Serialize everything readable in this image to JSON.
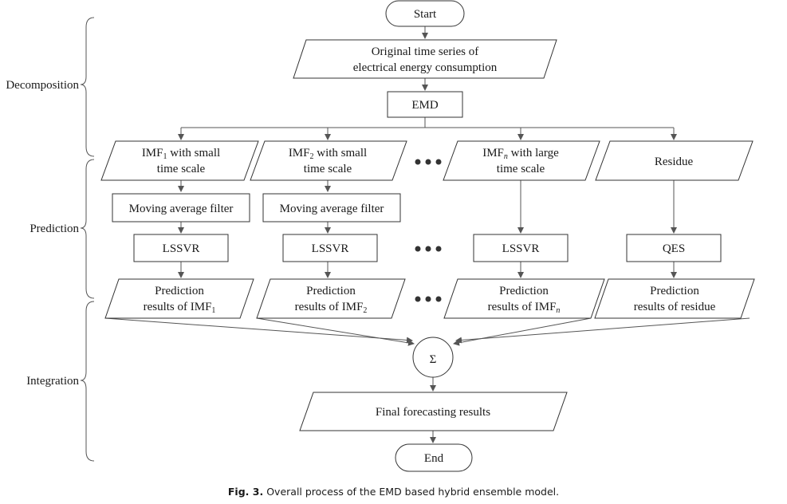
{
  "stages": {
    "decomposition": "Decomposition",
    "prediction": "Prediction",
    "integration": "Integration"
  },
  "nodes": {
    "start": "Start",
    "original_line1": "Original time series of",
    "original_line2": "electrical energy consumption",
    "emd": "EMD",
    "imf1_main": "IMF",
    "imf1_sub": "1",
    "imf1_rest": " with small",
    "imf1_line2": "time scale",
    "imf2_main": "IMF",
    "imf2_sub": "2",
    "imf2_rest": " with small",
    "imf2_line2": "time scale",
    "imfn_main": "IMF",
    "imfn_sub": "n",
    "imfn_rest": " with large",
    "imfn_line2": "time scale",
    "residue": "Residue",
    "maf1": "Moving average filter",
    "maf2": "Moving average filter",
    "lssvr1": "LSSVR",
    "lssvr2": "LSSVR",
    "lssvrn": "LSSVR",
    "qes": "QES",
    "pred_line1": "Prediction",
    "pred1_main": "results of IMF",
    "pred1_sub": "1",
    "pred2_main": "results of IMF",
    "pred2_sub": "2",
    "predn_main": "results of IMF",
    "predn_sub": "n",
    "predr_line2": "results of residue",
    "sum": "Σ",
    "final": "Final forecasting results",
    "end": "End"
  },
  "caption": {
    "label": "Fig. 3.",
    "text": "Overall process of the EMD based hybrid ensemble model."
  }
}
